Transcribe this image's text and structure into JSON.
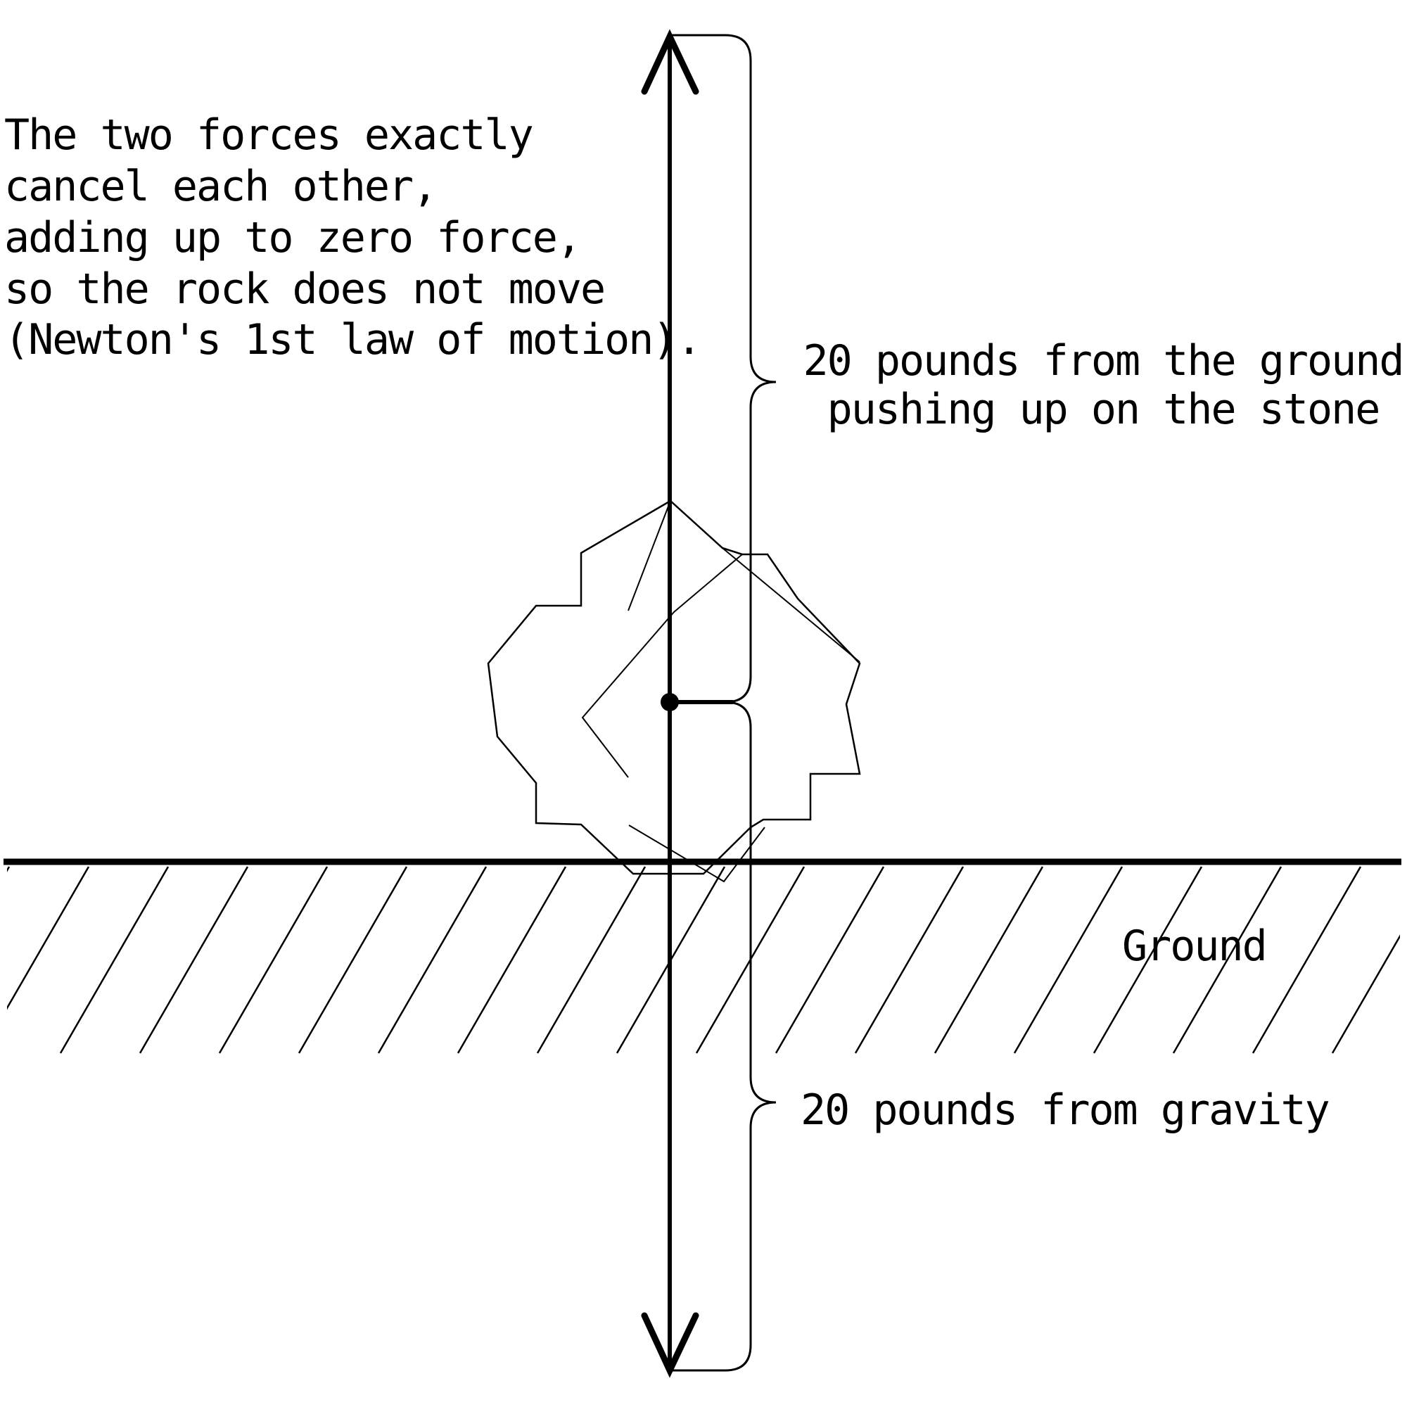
{
  "note": {
    "lines": [
      "The two forces exactly",
      "cancel each other,",
      "adding up to zero force,",
      "so the rock does not move",
      "(Newton's 1st law of motion)."
    ]
  },
  "annotations": {
    "up_force": {
      "value": "20",
      "unit": "pounds",
      "line1": "20 pounds from the ground",
      "line2": "pushing up on the stone"
    },
    "down_force": {
      "value": "20",
      "unit": "pounds",
      "label": "20 pounds from gravity"
    },
    "ground": {
      "label": "Ground"
    }
  },
  "colors": {
    "ink": "#000000",
    "paper": "#ffffff"
  }
}
